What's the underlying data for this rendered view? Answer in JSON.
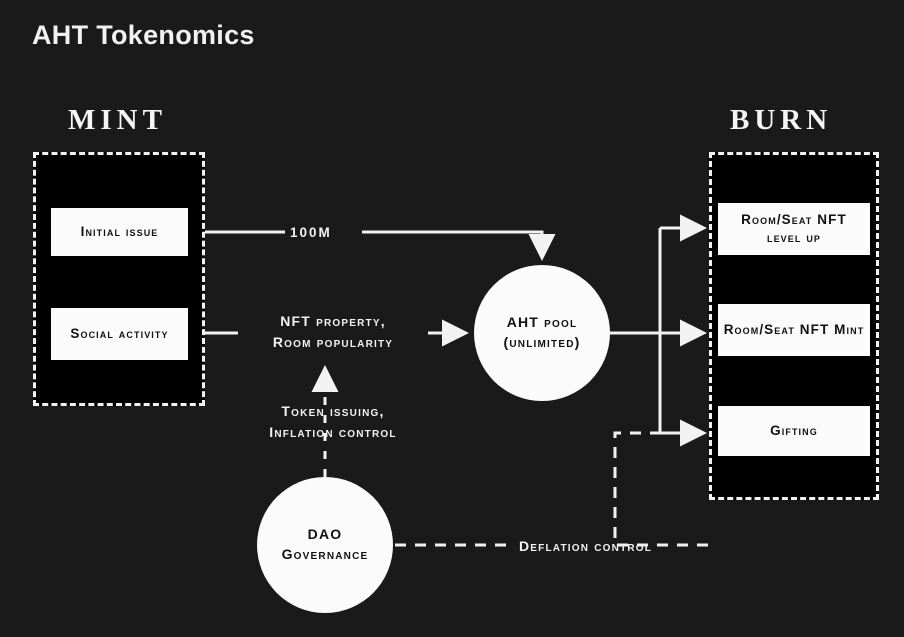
{
  "page": {
    "title": "AHT Tokenomics",
    "background_color": "#1a1a1a",
    "accent_color": "#fbfbfb",
    "text_color": "#f2f2f2"
  },
  "sections": {
    "mint": {
      "label": "MINT",
      "items": [
        {
          "label": "Initial issue"
        },
        {
          "label": "Social activity"
        }
      ]
    },
    "burn": {
      "label": "BURN",
      "items": [
        {
          "label": "Room/Seat\nNFT level up"
        },
        {
          "label": "Room/Seat\nNFT Mint"
        },
        {
          "label": "Gifting"
        }
      ]
    }
  },
  "nodes": {
    "aht_pool": {
      "line1": "AHT pool",
      "line2": "(unlimited)"
    },
    "dao": {
      "line1": "DAO",
      "line2": "Governance"
    }
  },
  "edges": {
    "initial_issue_to_pool": "100M",
    "social_to_pool": "NFT property,\nRoom popularity",
    "dao_to_social": "Token issuing,\nInflation  control",
    "dao_to_burn": "Deflation control"
  },
  "chart_data": {
    "type": "diagram",
    "title": "AHT Tokenomics",
    "nodes": [
      {
        "id": "mint-group",
        "label": "MINT",
        "kind": "dashed-group"
      },
      {
        "id": "initial-issue",
        "label": "Initial issue",
        "kind": "box",
        "group": "MINT"
      },
      {
        "id": "social-activity",
        "label": "Social activity",
        "kind": "box",
        "group": "MINT"
      },
      {
        "id": "aht-pool",
        "label": "AHT pool (unlimited)",
        "kind": "circle"
      },
      {
        "id": "dao",
        "label": "DAO Governance",
        "kind": "circle"
      },
      {
        "id": "burn-group",
        "label": "BURN",
        "kind": "dashed-group"
      },
      {
        "id": "level-up",
        "label": "Room/Seat NFT level up",
        "kind": "box",
        "group": "BURN"
      },
      {
        "id": "nft-mint",
        "label": "Room/Seat NFT Mint",
        "kind": "box",
        "group": "BURN"
      },
      {
        "id": "gifting",
        "label": "Gifting",
        "kind": "box",
        "group": "BURN"
      }
    ],
    "edges": [
      {
        "from": "initial-issue",
        "to": "aht-pool",
        "label": "100M",
        "style": "solid"
      },
      {
        "from": "social-activity",
        "to": "aht-pool",
        "label": "NFT property, Room popularity",
        "style": "solid"
      },
      {
        "from": "aht-pool",
        "to": "level-up",
        "label": "",
        "style": "solid"
      },
      {
        "from": "aht-pool",
        "to": "nft-mint",
        "label": "",
        "style": "solid"
      },
      {
        "from": "aht-pool",
        "to": "gifting",
        "label": "",
        "style": "solid"
      },
      {
        "from": "dao",
        "to": "social-activity",
        "label": "Token issuing, Inflation control",
        "style": "dashed"
      },
      {
        "from": "dao",
        "to": "burn-group",
        "label": "Deflation control",
        "style": "dashed"
      }
    ]
  }
}
